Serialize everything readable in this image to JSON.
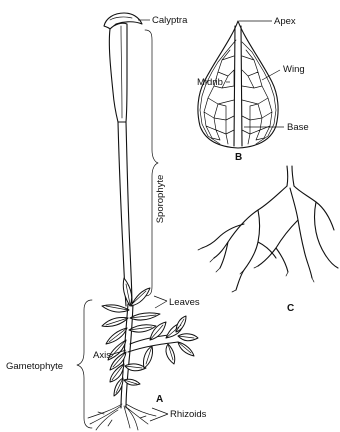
{
  "figure": {
    "panel_a": {
      "letter": "A",
      "calyptra": "Calyptra",
      "sporophyte": "Sporophyte",
      "leaves": "Leaves",
      "axis": "Axis",
      "gametophyte": "Gametophyte",
      "rhizoids": "Rhizoids"
    },
    "panel_b": {
      "letter": "B",
      "apex": "Apex",
      "wing": "Wing",
      "midrib": "Midrib",
      "base": "Base"
    },
    "panel_c": {
      "letter": "C"
    }
  }
}
